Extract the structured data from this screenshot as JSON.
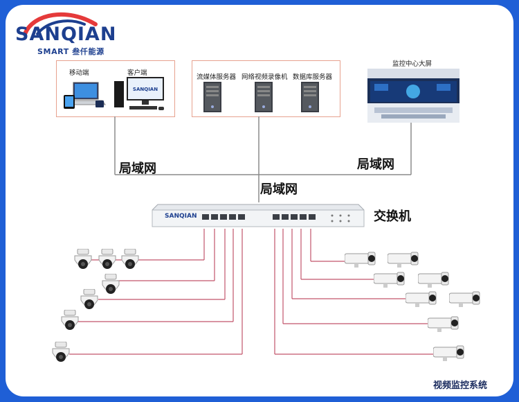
{
  "logo": {
    "brand": "SANQIAN",
    "tagline": "SMART 叁仟能源"
  },
  "top_boxes": {
    "clients": {
      "mobile_label": "移动端",
      "pc_label": "客户端"
    },
    "servers": {
      "streaming_label": "流媒体服务器",
      "nvr_label": "网络视频录像机",
      "db_label": "数据库服务器"
    },
    "monitor": {
      "label": "监控中心大屏"
    }
  },
  "network": {
    "lan_left": "局域网",
    "lan_right": "局域网",
    "lan_center": "局域网"
  },
  "switch": {
    "label": "交换机",
    "brand": "SANQIAN"
  },
  "footer": {
    "title": "视频监控系统"
  },
  "icons": [
    "laptop-tablet-icon",
    "desktop-pc-icon",
    "tower-server-icon",
    "control-room-screen-icon",
    "network-switch-icon",
    "dome-camera-icon",
    "bullet-camera-icon"
  ],
  "colors": {
    "frame": "#1f5fd6",
    "box_border": "#e7a18e",
    "line": "#8a8a8a",
    "camera_link": "#c2546a"
  }
}
